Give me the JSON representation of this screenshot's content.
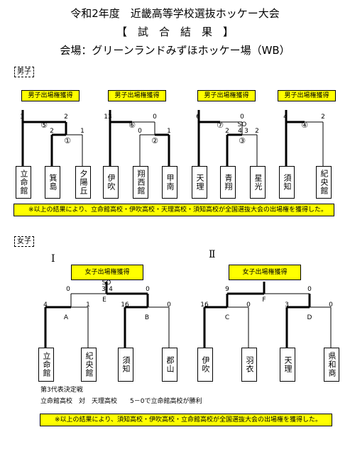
{
  "header": {
    "title": "令和2年度　近畿高等学校選抜ホッケー大会",
    "subtitle": "【　試　合　結　果　】",
    "venue": "会場：グリーンランドみずほホッケー場（WB）"
  },
  "boys": {
    "section_label": "男子",
    "qualify_label": "男子出場権獲得",
    "note": "※以上の結果により、立命館高校・伊吹高校・天理高校・須知高校が全国選抜大会の出場権を獲得した。",
    "teams": [
      "立命館",
      "箕島",
      "夕陽丘",
      "伊吹",
      "翔西館",
      "甲南",
      "天理",
      "青翔",
      "星光",
      "須知",
      "紀央館"
    ],
    "match_labels": [
      "⑤",
      "①",
      "⑥",
      "②",
      "⑦",
      "③",
      "④"
    ],
    "scores": {
      "g1": [
        "3",
        "2",
        "2",
        "1"
      ],
      "g2": [
        "13",
        "0",
        "0",
        "1"
      ],
      "g3": [
        "6",
        "0",
        "2",
        "4",
        "3",
        "2"
      ],
      "g3_so": "SO",
      "g4": [
        "4",
        "2"
      ]
    }
  },
  "girls": {
    "section_label": "女子",
    "bracket1_label": "Ⅰ",
    "bracket2_label": "Ⅱ",
    "qualify_label": "女子出場権獲得",
    "teams": [
      "立命館",
      "紀央館",
      "須知",
      "郡山",
      "伊吹",
      "羽衣",
      "天理",
      "県和商"
    ],
    "match_labels": [
      "A",
      "B",
      "E",
      "C",
      "D",
      "F"
    ],
    "scores": {
      "b1_top": [
        "0",
        "3",
        "4",
        "0"
      ],
      "b1_so": "SO",
      "b1_bottom": [
        "4",
        "1",
        "16",
        "0"
      ],
      "b2_top": [
        "9",
        "0"
      ],
      "b2_bottom": [
        "16",
        "0",
        "3",
        "0"
      ]
    },
    "third_place_title": "第3代表決定戦",
    "third_place_result": "立命館高校　対　天理高校　　5－0で立命館高校が勝利",
    "note": "※以上の結果により、須知高校・伊吹高校・立命館高校が全国選抜大会の出場権を獲得した。"
  }
}
